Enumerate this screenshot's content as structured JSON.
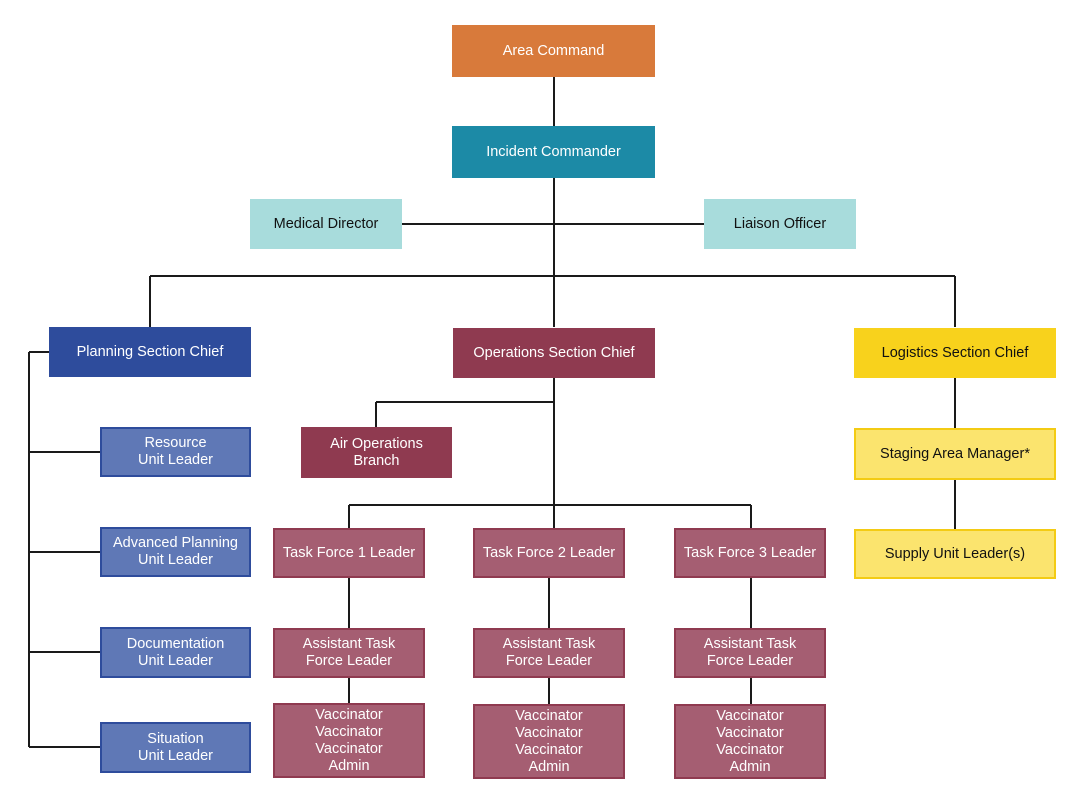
{
  "chart": {
    "area_command": "Area Command",
    "incident_commander": "Incident Commander",
    "medical_director": "Medical Director",
    "liaison_officer": "Liaison Officer",
    "planning": {
      "chief": "Planning Section Chief",
      "units": [
        "Resource\nUnit Leader",
        "Advanced Planning\nUnit Leader",
        "Documentation\nUnit Leader",
        "Situation\nUnit Leader"
      ]
    },
    "operations": {
      "chief": "Operations Section Chief",
      "air_branch": "Air Operations\nBranch",
      "task_forces": [
        {
          "leader": "Task Force 1 Leader",
          "assistant": "Assistant Task\nForce Leader",
          "staff": "Vaccinator\nVaccinator\nVaccinator\nAdmin"
        },
        {
          "leader": "Task Force 2 Leader",
          "assistant": "Assistant Task\nForce Leader",
          "staff": "Vaccinator\nVaccinator\nVaccinator\nAdmin"
        },
        {
          "leader": "Task Force 3 Leader",
          "assistant": "Assistant Task\nForce Leader",
          "staff": "Vaccinator\nVaccinator\nVaccinator\nAdmin"
        }
      ]
    },
    "logistics": {
      "chief": "Logistics Section Chief",
      "staging": "Staging Area Manager*",
      "supply": "Supply Unit Leader(s)"
    }
  },
  "colors": {
    "area_command": "#D87A3B",
    "incident_commander": "#1C8AA6",
    "command_staff": "#A8DCDC",
    "planning": "#2E4C9C",
    "planning_units": "#5F78B6",
    "operations": "#8F3A50",
    "operations_units": "#A55E72",
    "logistics": "#F8D21C",
    "logistics_units": "#FBE46E",
    "connector": "#1a1a1a"
  }
}
